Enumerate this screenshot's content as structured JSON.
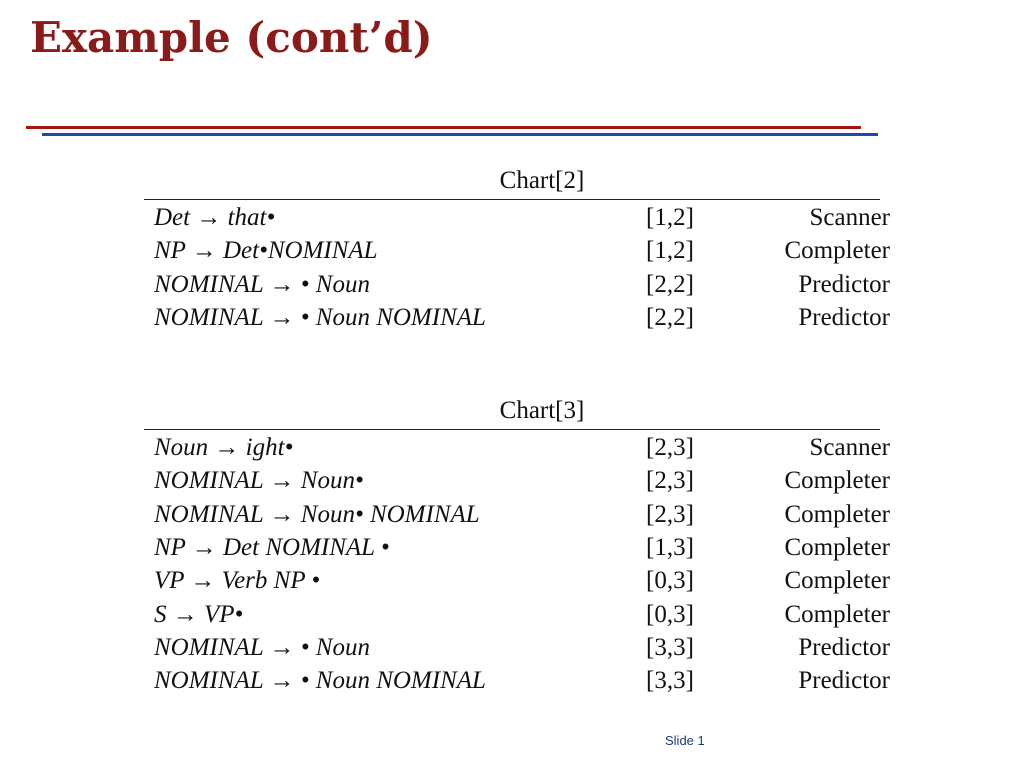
{
  "slide": {
    "title": "Example (cont’d)",
    "number_label": "Slide 1"
  },
  "charts": [
    {
      "heading": "Chart[2]",
      "rows": [
        {
          "rule": "Det  →  that•",
          "span": "[1,2]",
          "op": "Scanner"
        },
        {
          "rule": "NP  →  Det•NOMINAL",
          "span": "[1,2]",
          "op": "Completer"
        },
        {
          "rule": "NOMINAL  →  • Noun",
          "span": "[2,2]",
          "op": "Predictor"
        },
        {
          "rule": "NOMINAL  →  • Noun NOMINAL",
          "span": "[2,2]",
          "op": "Predictor"
        }
      ]
    },
    {
      "heading": "Chart[3]",
      "rows": [
        {
          "rule": "Noun  →    ight•",
          "span": "[2,3]",
          "op": "Scanner"
        },
        {
          "rule": "NOMINAL  →  Noun•",
          "span": "[2,3]",
          "op": "Completer"
        },
        {
          "rule": "NOMINAL  →  Noun• NOMINAL",
          "span": "[2,3]",
          "op": "Completer"
        },
        {
          "rule": "NP  →  Det NOMINAL •",
          "span": "[1,3]",
          "op": "Completer"
        },
        {
          "rule": "VP  →  Verb NP •",
          "span": "[0,3]",
          "op": "Completer"
        },
        {
          "rule": "S  →   VP•",
          "span": "[0,3]",
          "op": "Completer"
        },
        {
          "rule": "NOMINAL  →  • Noun",
          "span": "[3,3]",
          "op": "Predictor"
        },
        {
          "rule": "NOMINAL  →  • Noun NOMINAL",
          "span": "[3,3]",
          "op": "Predictor"
        }
      ]
    }
  ],
  "colors": {
    "title": "#8b1a1a",
    "rule_red": "#a31515",
    "rule_blue": "#1f4aa8",
    "slide_number": "#1a3a8a"
  }
}
